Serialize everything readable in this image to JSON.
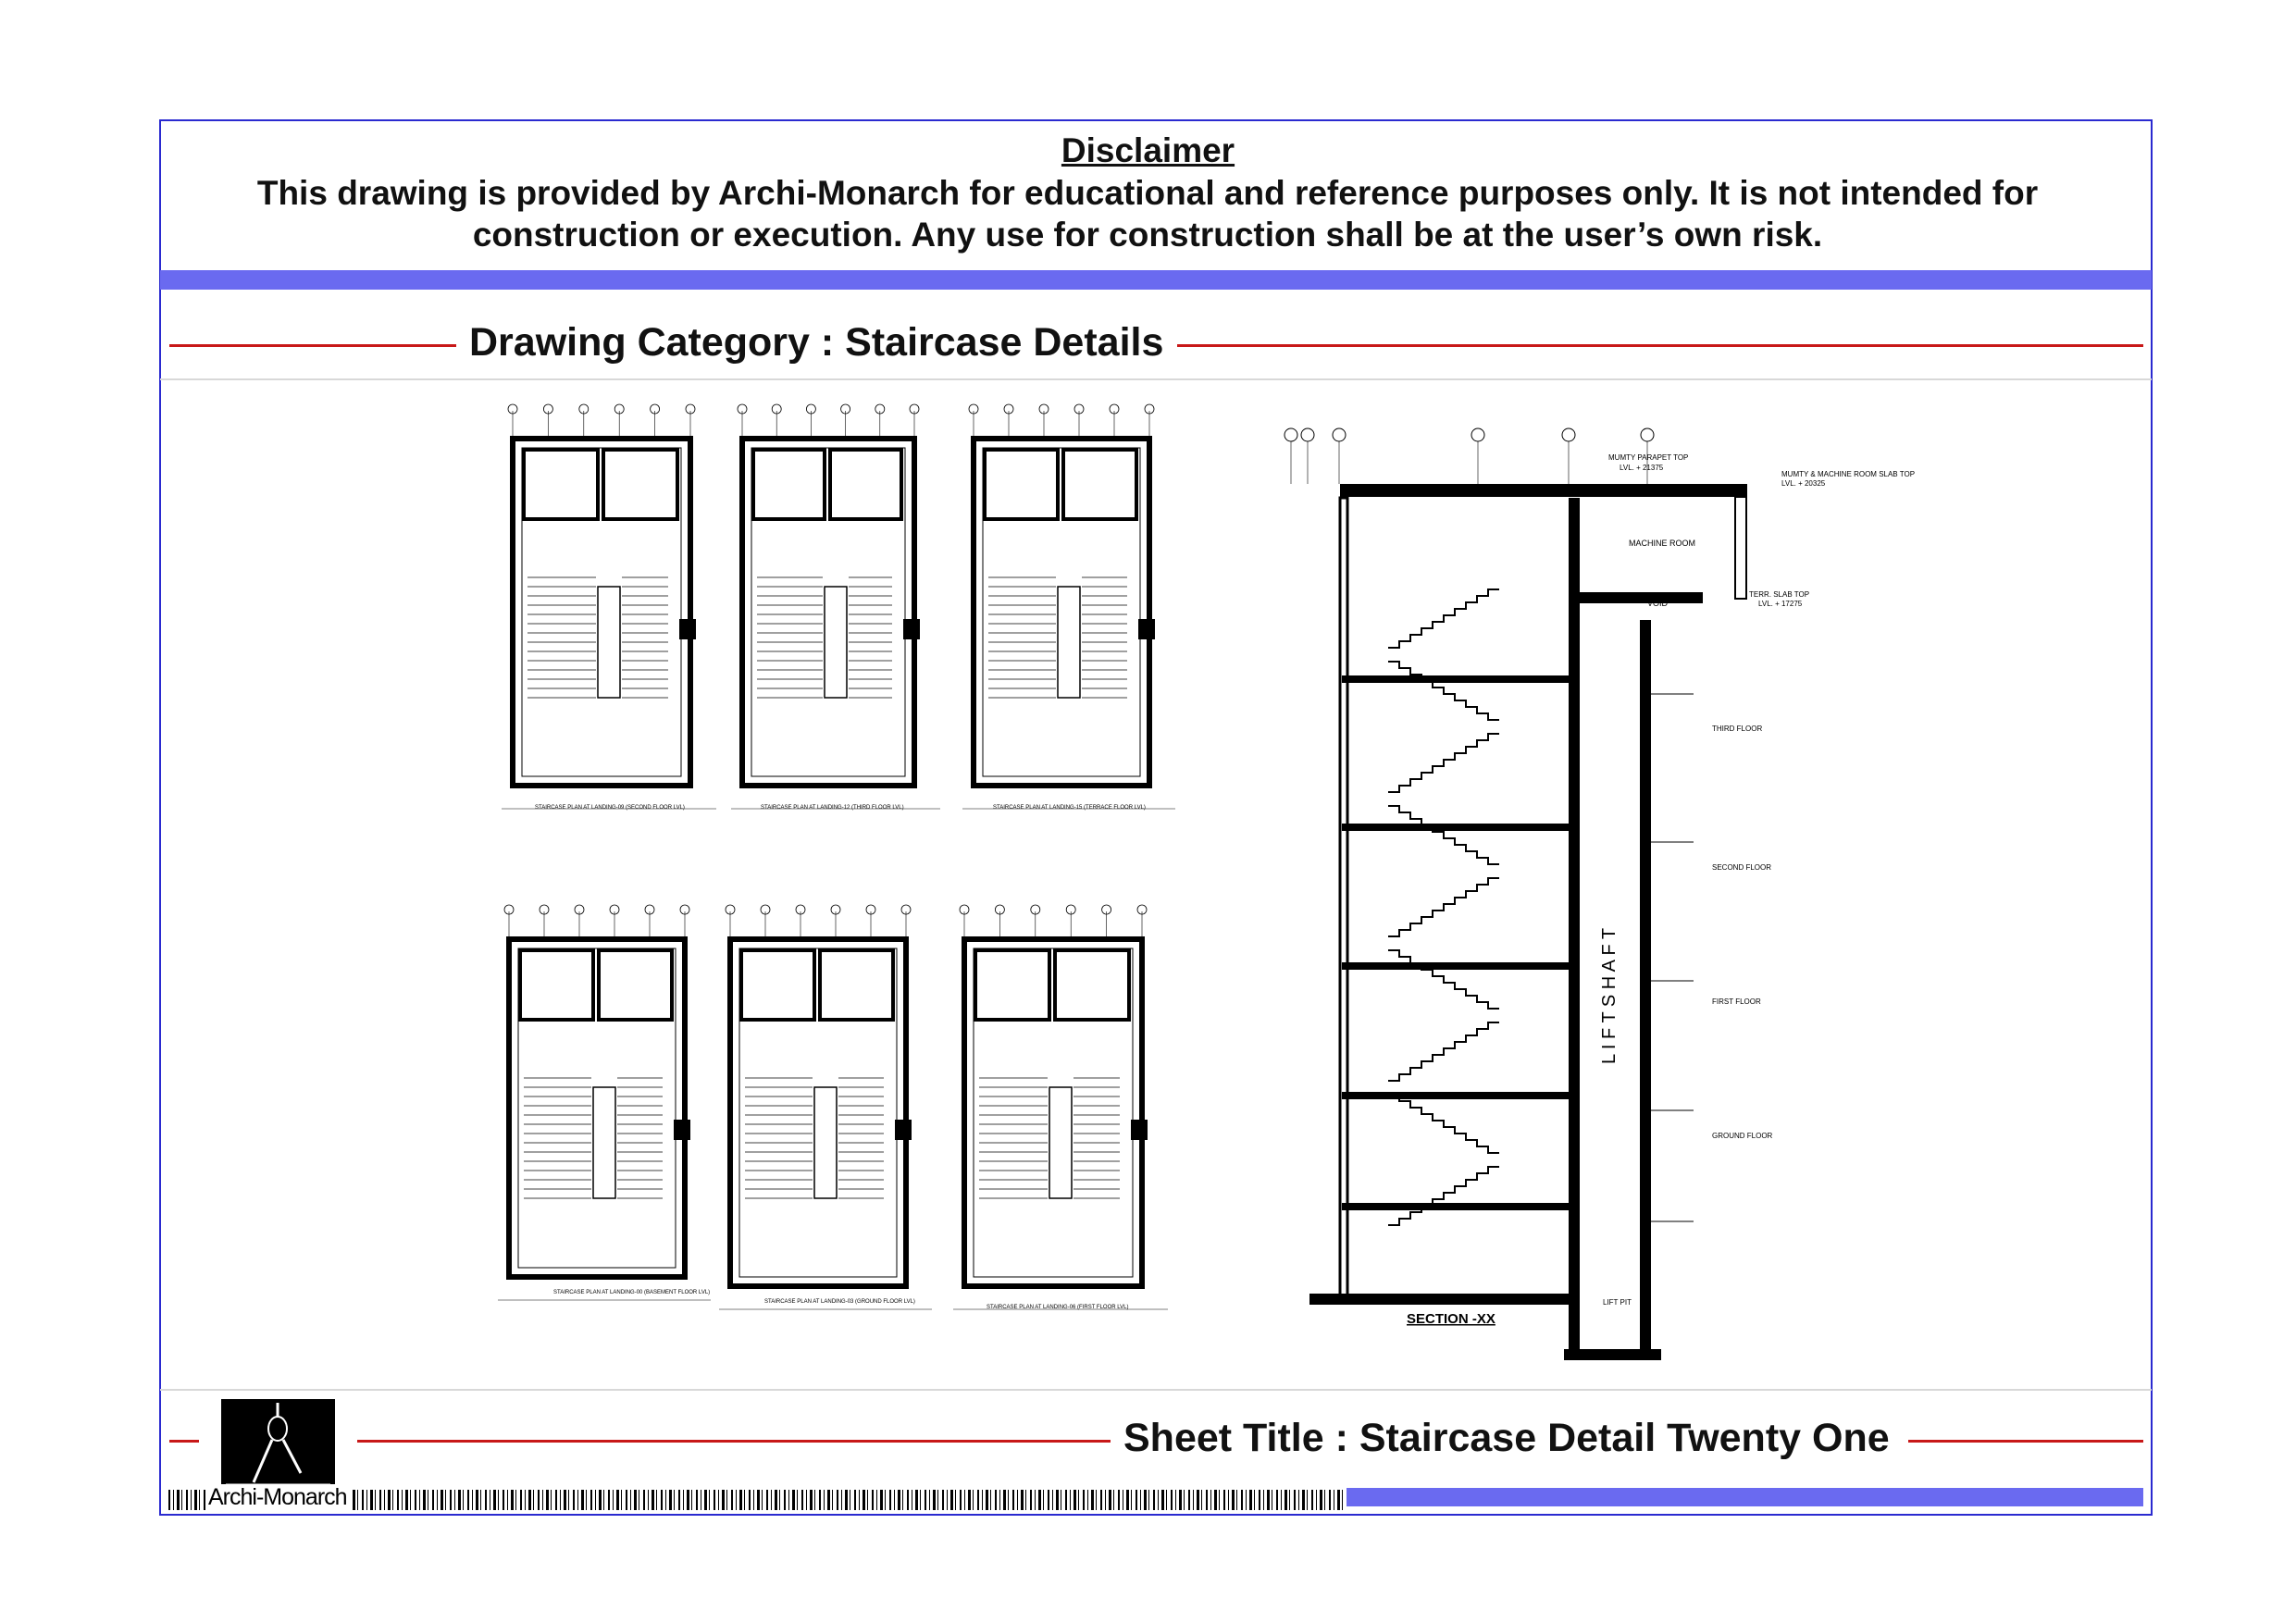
{
  "disclaimer": {
    "title": "Disclaimer",
    "line1": "This drawing is provided by Archi-Monarch for educational and reference purposes only. It is not intended for",
    "line2": "construction or execution. Any use for construction shall be at the user’s own risk."
  },
  "category": "Drawing Category : Staircase Details",
  "sheet_title": "Sheet Title : Staircase Detail Twenty One",
  "brand": "Archi-Monarch",
  "colors": {
    "frame": "#2a2ad0",
    "band": "#6a6af0",
    "rule": "#c81818"
  },
  "drawing": {
    "section_title": "SECTION -XX",
    "lift_shaft": "L I F T   S H A F T",
    "machine_room": "MACHINE ROOM",
    "void": "VOID",
    "lift_pit": "LIFT PIT",
    "mumty_parapet": "MUMTY PARAPET TOP",
    "mumty_parapet_lvl": "LVL. + 21375",
    "mumty_slab": "MUMTY & MACHINE ROOM SLAB TOP",
    "mumty_slab_lvl": "LVL. + 20325",
    "terr_slab": "TERR. SLAB TOP",
    "terr_slab_lvl": "LVL. + 17275",
    "third_floor": "THIRD FLOOR",
    "second_floor": "SECOND FLOOR",
    "first_floor": "FIRST FLOOR",
    "ground_floor": "GROUND FLOOR",
    "plan_captions": [
      "STAIRCASE PLAN AT LANDING-09 (SECOND FLOOR LVL)",
      "STAIRCASE PLAN AT LANDING-12 (THIRD FLOOR LVL)",
      "STAIRCASE PLAN AT LANDING-15 (TERRACE FLOOR LVL)",
      "STAIRCASE PLAN AT LANDING-00 (BASEMENT FLOOR LVL)",
      "STAIRCASE PLAN AT LANDING-03 (GROUND FLOOR LVL)",
      "STAIRCASE PLAN AT LANDING-06 (FIRST FLOOR LVL)"
    ]
  }
}
